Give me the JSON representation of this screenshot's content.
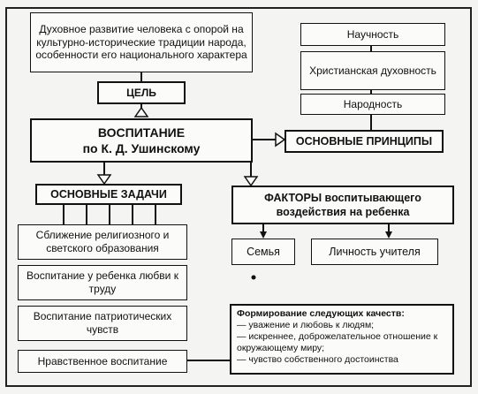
{
  "diagram": {
    "goal_description": "Духовное развитие человека с опорой на культурно-исторические традиции народа, особенности его национального характера",
    "goal_label": "ЦЕЛЬ",
    "center_title_line1": "ВОСПИТАНИЕ",
    "center_title_line2": "по К. Д. Ушинскому",
    "principles": {
      "header": "ОСНОВНЫЕ ПРИНЦИПЫ",
      "items": [
        "Научность",
        "Христианская духовность",
        "Народность"
      ]
    },
    "tasks": {
      "header": "ОСНОВНЫЕ ЗАДАЧИ",
      "items": [
        "Сближение религиозного и светского образования",
        "Воспитание у ребенка любви к труду",
        "Воспитание патриотических чувств",
        "Нравственное воспитание"
      ]
    },
    "factors": {
      "header": "ФАКТОРЫ воспитывающего воздействия на ребенка",
      "items": [
        "Семья",
        "Личность учителя"
      ]
    },
    "qualities": {
      "title": "Формирование следующих качеств:",
      "items": [
        "— уважение и любовь к людям;",
        "— искреннее, доброжелательное отношение к окружающему миру;",
        "— чувство собственного достоинства"
      ]
    }
  }
}
